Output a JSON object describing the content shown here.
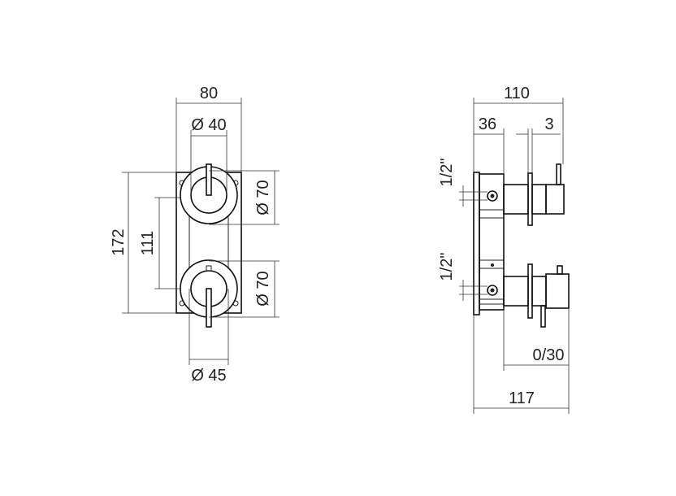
{
  "front_view": {
    "width": "80",
    "dia_top_knob": "Ø 40",
    "height_total": "172",
    "center_distance": "111",
    "dia_upper_rosette": "Ø 70",
    "dia_lower_rosette": "Ø 70",
    "dia_lower_knob": "Ø 45"
  },
  "side_view": {
    "depth_total": "110",
    "depth_body": "36",
    "plate_thickness": "3",
    "thread_upper": "1/2\"",
    "thread_lower": "1/2\"",
    "adjust_range": "0/30",
    "depth_max": "117"
  },
  "colors": {
    "line": "#222222",
    "background": "#ffffff"
  }
}
